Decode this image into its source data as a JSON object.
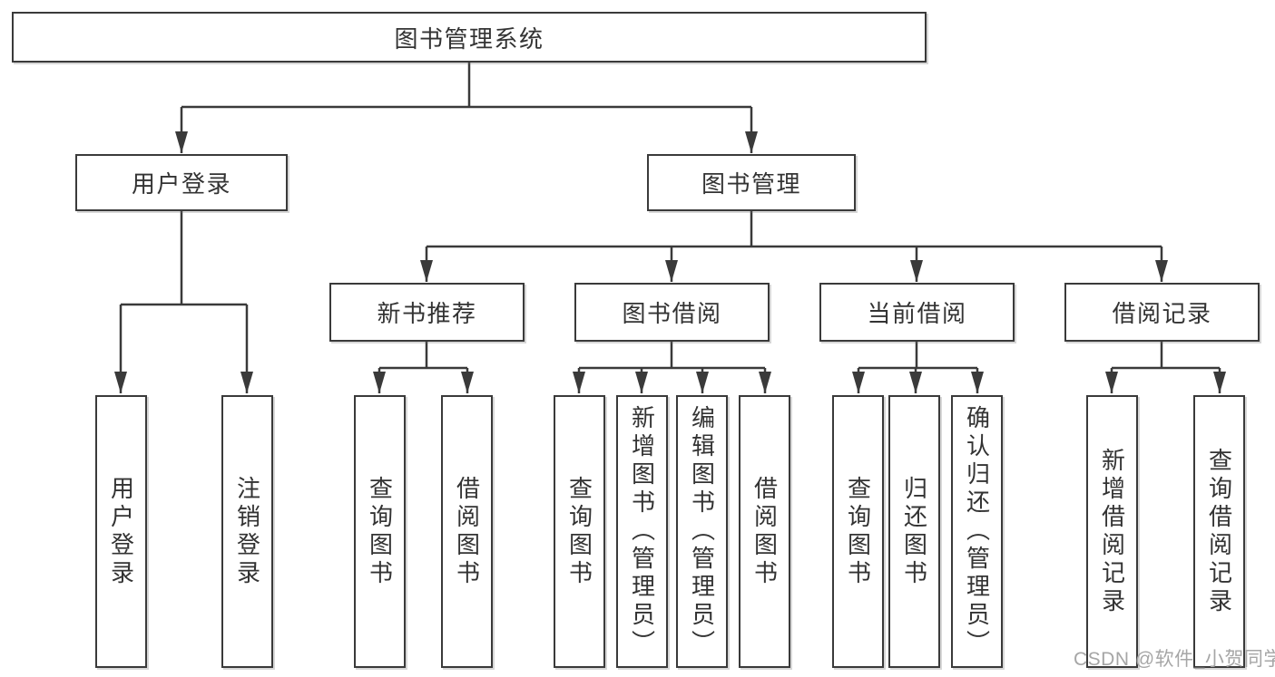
{
  "tree": {
    "label": "图书管理系统",
    "children": [
      {
        "label": "用户登录",
        "children": [
          {
            "label": "用户登录"
          },
          {
            "label": "注销登录"
          }
        ]
      },
      {
        "label": "图书管理",
        "children": [
          {
            "label": "新书推荐",
            "children": [
              {
                "label": "查询图书"
              },
              {
                "label": "借阅图书"
              }
            ]
          },
          {
            "label": "图书借阅",
            "children": [
              {
                "label": "查询图书"
              },
              {
                "label": "新增图书（管理员）"
              },
              {
                "label": "编辑图书（管理员）"
              },
              {
                "label": "借阅图书"
              }
            ]
          },
          {
            "label": "当前借阅",
            "children": [
              {
                "label": "查询图书"
              },
              {
                "label": "归还图书"
              },
              {
                "label": "确认归还（管理员）"
              }
            ]
          },
          {
            "label": "借阅记录",
            "children": [
              {
                "label": "新增借阅记录"
              },
              {
                "label": "查询借阅记录"
              }
            ]
          }
        ]
      }
    ]
  },
  "watermark": {
    "text": "CSDN @软件_小贺同学"
  },
  "colors": {
    "line": "#3a3a3a",
    "text": "#333333",
    "watermark": "#a6a6a6",
    "bg": "#ffffff"
  }
}
